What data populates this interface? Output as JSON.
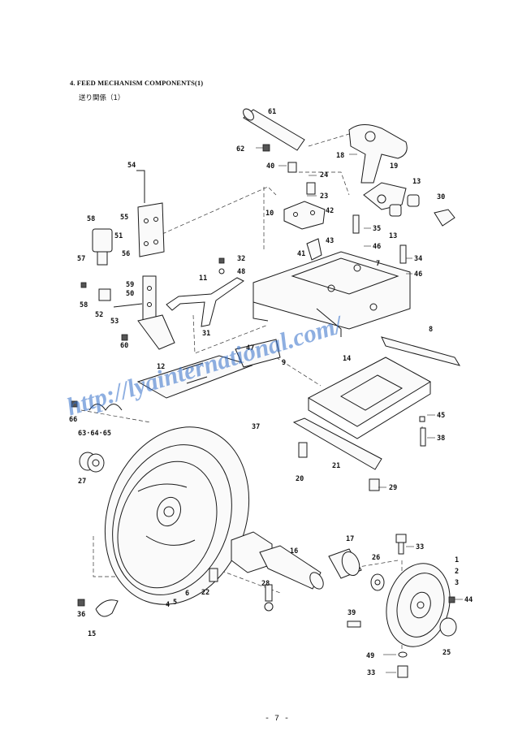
{
  "header": {
    "title": "4. FEED MECHANISM COMPONENTS(1)",
    "subtitle": "送り関係（1）"
  },
  "watermark": "http://lyainternational.com/",
  "page_number": "- 7 -",
  "callouts": [
    "61",
    "62",
    "18",
    "40",
    "24",
    "23",
    "10",
    "42",
    "19",
    "13",
    "30",
    "13",
    "35",
    "46",
    "34",
    "46",
    "54",
    "55",
    "58",
    "51",
    "57",
    "56",
    "41",
    "43",
    "7",
    "32",
    "48",
    "59",
    "50",
    "11",
    "58",
    "52",
    "53",
    "60",
    "31",
    "47",
    "9",
    "8",
    "12",
    "14",
    "45",
    "38",
    "66",
    "63·64·65",
    "37",
    "21",
    "20",
    "29",
    "27",
    "17",
    "33",
    "16",
    "26",
    "1",
    "2",
    "3",
    "28",
    "22",
    "44",
    "36",
    "5",
    "4",
    "6",
    "15",
    "39",
    "49",
    "25",
    "33"
  ]
}
